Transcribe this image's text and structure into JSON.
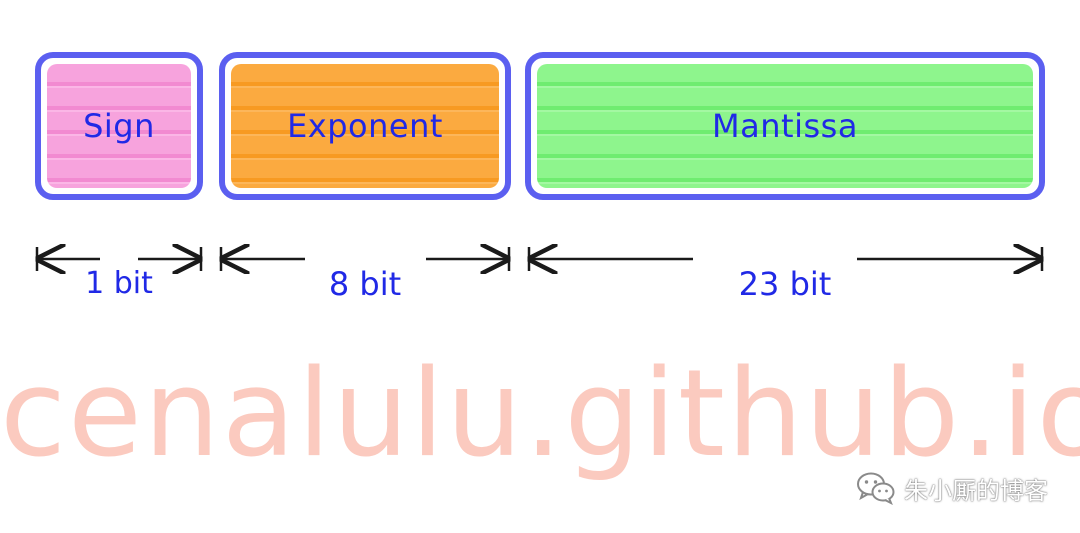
{
  "fields": [
    {
      "id": "sign",
      "label": "Sign",
      "bits": "1 bit",
      "color": "#f7a3dd"
    },
    {
      "id": "exponent",
      "label": "Exponent",
      "bits": "8 bit",
      "color": "#fbaa40"
    },
    {
      "id": "mantissa",
      "label": "Mantissa",
      "bits": "23 bit",
      "color": "#8ef58d"
    }
  ],
  "colors": {
    "border": "#5b5ff0",
    "text": "#2029e6",
    "watermark": "#fbc1b4"
  },
  "watermark": "cenalulu.github.io",
  "credit": {
    "text": "朱小厮的博客",
    "icon": "wechat-icon"
  }
}
